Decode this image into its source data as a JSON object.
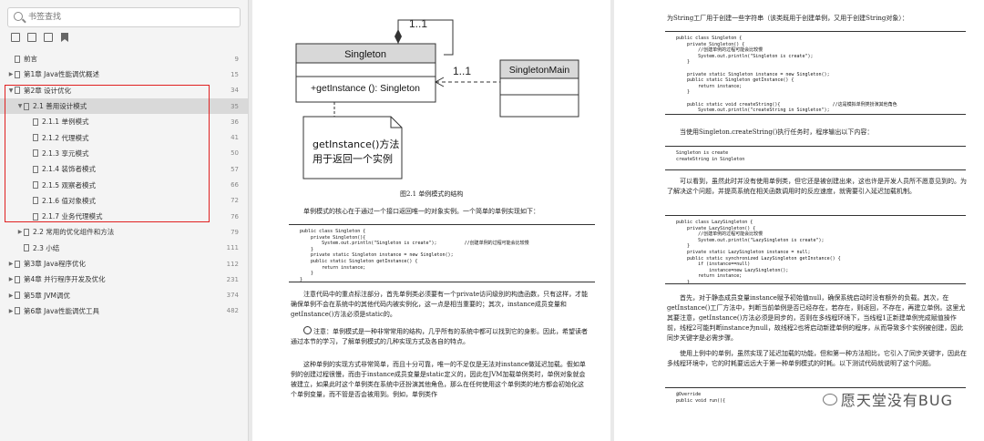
{
  "sidebar": {
    "search_placeholder": "书签查找",
    "toc": [
      {
        "label": "前言",
        "page": "9",
        "level": 0,
        "arrow": ""
      },
      {
        "label": "第1章  Java性能调优概述",
        "page": "15",
        "level": 0,
        "arrow": "▶"
      },
      {
        "label": "第2章  设计优化",
        "page": "34",
        "level": 0,
        "arrow": "▼"
      },
      {
        "label": "2.1  善用设计模式",
        "page": "35",
        "level": 1,
        "arrow": "▼",
        "active": true
      },
      {
        "label": "2.1.1  单例模式",
        "page": "36",
        "level": 2,
        "arrow": ""
      },
      {
        "label": "2.1.2  代理模式",
        "page": "41",
        "level": 2,
        "arrow": ""
      },
      {
        "label": "2.1.3  享元模式",
        "page": "50",
        "level": 2,
        "arrow": ""
      },
      {
        "label": "2.1.4  装饰者模式",
        "page": "57",
        "level": 2,
        "arrow": ""
      },
      {
        "label": "2.1.5  观察者模式",
        "page": "66",
        "level": 2,
        "arrow": ""
      },
      {
        "label": "2.1.6  值对象模式",
        "page": "72",
        "level": 2,
        "arrow": ""
      },
      {
        "label": "2.1.7  业务代理模式",
        "page": "76",
        "level": 2,
        "arrow": ""
      },
      {
        "label": "2.2  常用的优化组件和方法",
        "page": "79",
        "level": 1,
        "arrow": "▶"
      },
      {
        "label": "2.3  小结",
        "page": "111",
        "level": 1,
        "arrow": ""
      },
      {
        "label": "第3章  Java程序优化",
        "page": "112",
        "level": 0,
        "arrow": "▶"
      },
      {
        "label": "第4章  并行程序开发及优化",
        "page": "231",
        "level": 0,
        "arrow": "▶"
      },
      {
        "label": "第5章  JVM调优",
        "page": "374",
        "level": 0,
        "arrow": "▶"
      },
      {
        "label": "第6章  Java性能调优工具",
        "page": "482",
        "level": 0,
        "arrow": "▶"
      }
    ]
  },
  "left_page": {
    "uml": {
      "multiplicity_top": "1..1",
      "multiplicity_right": "1..1",
      "singleton_name": "Singleton",
      "singleton_method": "+getInstance (): Singleton",
      "main_name": "SingletonMain",
      "note_line1": "getInstance()方法",
      "note_line2": "用于返回一个实例"
    },
    "caption": "图2.1    单例模式的结构",
    "intro": "单例模式的核心在于通过一个接口返回唯一的对象实例。一个简单的单例实现如下：",
    "code1": "public class Singleton {\n    private Singleton(){\n        System.out.println(\"Singleton is create\");          //创建单例的过程可能会比较慢\n    }\n    private static Singleton instance = new Singleton();\n    public static Singleton getInstance() {\n        return instance;\n    }\n}",
    "para1": "注意代码中的重点标注部分，首先单例类必须要有一个private访问级别的构造函数，只有这样，才能确保单例不会在系统中的其他代码内被实例化，这一点是相当重要的；其次，instance成员变量和getInstance()方法必须是static的。",
    "note": "注意：单例模式是一种非常常用的结构，几乎所有的系统中都可以找到它的身影。因此，希望读者通过本节的学习，了解单例模式的几种实现方式及各自的特点。",
    "para2": "这种单例的实现方式非常简单，而且十分可靠，唯一的不足仅是无法对instance做延迟加载。假如单例的创建过程很慢，而由于instance成员变量是static定义的，因此在JVM加载单例类时，单例对象就会被建立，如果此时这个单例类在系统中还扮演其他角色，那么在任何使用这个单例类的地方都会初始化这个单例变量，而不管是否会被用到。例如，单例类作"
  },
  "right_page": {
    "intro": "为String工厂用于创建一些字符串（该类既用于创建单例，又用于创建String对象）：",
    "code1": "public class Singleton {\n    private Singleton() {\n        //创建单例的过程可能会比较慢\n        System.out.println(\"Singleton is create\");\n    }\n\n    private static Singleton instance = new Singleton();\n    public static Singleton getInstance() {\n        return instance;\n    }\n\n    public static void createString(){                   //这是模拟单例类扮演其他角色\n        System.out.println(\"createString in Singleton\");\n    }\n}",
    "line2": "当使用Singleton.createString()执行任务时，程序输出以下内容：",
    "output": "Singleton is create\ncreateString in Singleton",
    "para1": "可以看到，虽然此时并没有使用单例类，但它还是被创建出来，这也许是开发人员所不愿意见到的。为了解决这个问题，并提高系统在相关函数调用时的反应速度，就需要引入延迟加载机制。",
    "code2": "public class LazySingleton {\n    private LazySingleton() {\n        //创建单例的过程可能会比较慢\n        System.out.println(\"LazySingleton is create\");\n    }\n    private static LazySingleton instance = null;\n    public static synchronized LazySingleton getInstance() {\n        if (instance==null)\n            instance=new LazySingleton();\n        return instance;\n    }\n}",
    "para2": "首先，对于静态成员变量instance赋予初始值null，确保系统启动时没有额外的负载。其次，在getInstance()工厂方法中，判断当前单例是否已经存在，若存在，则返回，不存在，再建立单例。这里尤其要注意，getInstance()方法必须是同步的，否则在多线程环境下，当线程1正新建单例完成赋值操作前，线程2可能判断instance为null，故线程2也将启动新建单例的程序，从而导致多个实例被创建，因此同步关键字是必需步骤。",
    "para3": "使用上例中的单例，虽然实现了延迟加载的功能，但和第一种方法相比，它引入了同步关键字，因此在多线程环境中，它的时耗要远远大于第一种单例模式的时耗。以下测试代码就说明了这个问题。",
    "code3": "@Override\npublic void run(){"
  },
  "watermark": "愿天堂没有BUG"
}
